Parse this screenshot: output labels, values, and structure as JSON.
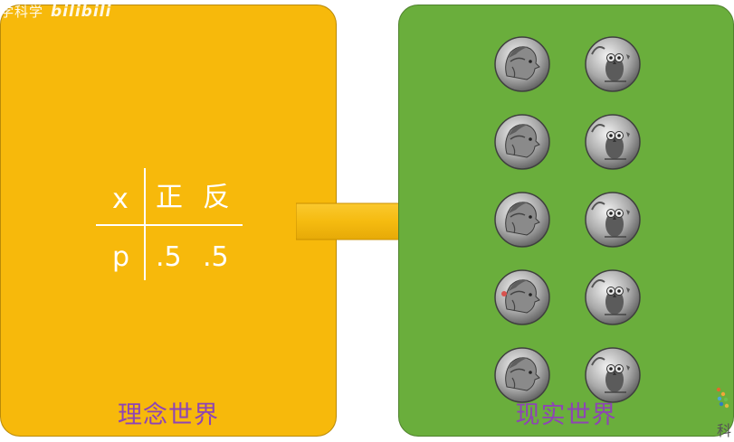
{
  "watermark": {
    "text": "学科学",
    "brand": "bilibili"
  },
  "ideal_panel": {
    "label": "理念世界",
    "table": {
      "row1": [
        "x",
        "正",
        "反"
      ],
      "row2": [
        "p",
        ".5",
        ".5"
      ]
    }
  },
  "real_panel": {
    "label": "现实世界",
    "coins": [
      {
        "face": "athena-head"
      },
      {
        "face": "owl"
      },
      {
        "face": "athena-head"
      },
      {
        "face": "owl"
      },
      {
        "face": "athena-head"
      },
      {
        "face": "owl"
      },
      {
        "face": "athena-head"
      },
      {
        "face": "owl"
      },
      {
        "face": "athena-head"
      },
      {
        "face": "owl"
      }
    ]
  },
  "corner_logo": {
    "text": "科"
  },
  "colors": {
    "ideal_bg": "#f7b90b",
    "real_bg": "#6aae3c",
    "label": "#8e44b5"
  }
}
